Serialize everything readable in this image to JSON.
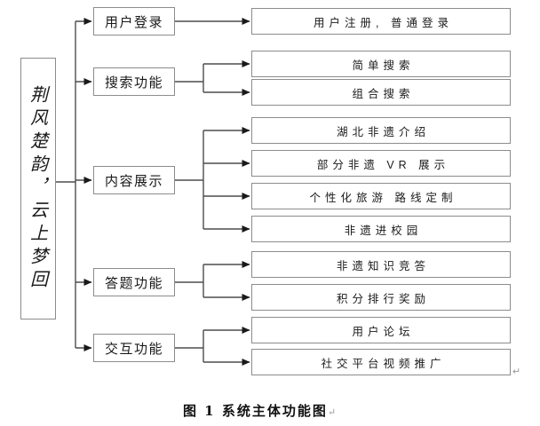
{
  "diagram": {
    "root_label": "荆风楚韵，云上梦回",
    "level1": [
      {
        "label": "用户登录"
      },
      {
        "label": "搜索功能"
      },
      {
        "label": "内容展示"
      },
      {
        "label": "答题功能"
      },
      {
        "label": "交互功能"
      }
    ],
    "level2": [
      {
        "label": "用户注册, 普通登录",
        "parent": "用户登录"
      },
      {
        "label": "简单搜索",
        "parent": "搜索功能"
      },
      {
        "label": "组合搜索",
        "parent": "搜索功能"
      },
      {
        "label": "湖北非遗介绍",
        "parent": "内容展示"
      },
      {
        "label": "部分非遗 VR 展示",
        "parent": "内容展示"
      },
      {
        "label": "个性化旅游 路线定制",
        "parent": "内容展示"
      },
      {
        "label": "非遗进校园",
        "parent": "内容展示"
      },
      {
        "label": "非遗知识竞答",
        "parent": "答题功能"
      },
      {
        "label": "积分排行奖励",
        "parent": "答题功能"
      },
      {
        "label": "用户论坛",
        "parent": "交互功能"
      },
      {
        "label": "社交平台视频推广",
        "parent": "交互功能"
      }
    ],
    "caption": "图 1 系统主体功能图",
    "paragraph_mark": "↵",
    "colors": {
      "line": "#4d4d4d",
      "arrowhead": "#1a1a1a",
      "box_border": "#8c8c8c",
      "text": "#1a1a1a",
      "mark": "#999999"
    }
  }
}
